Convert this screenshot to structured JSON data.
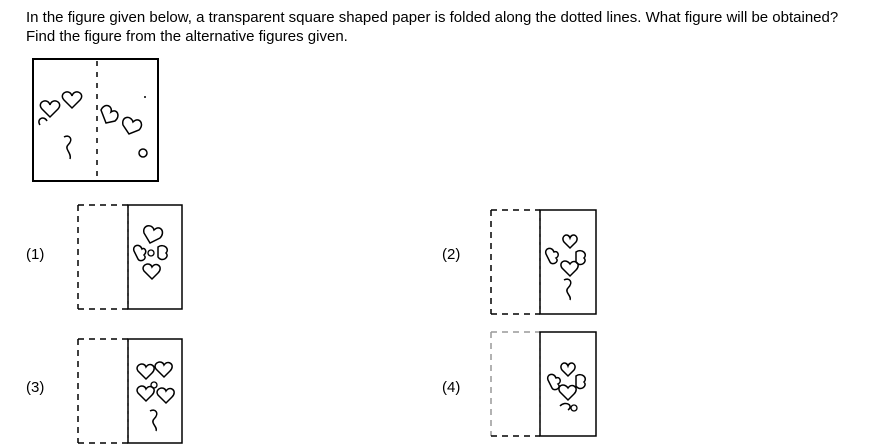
{
  "question": {
    "text": "In the figure given below, a transparent square shaped paper is folded along the dotted lines. What figure will be obtained? Find the figure from the alternative figures given."
  },
  "options": [
    {
      "label": "(1)"
    },
    {
      "label": "(2)"
    },
    {
      "label": "(3)"
    },
    {
      "label": "(4)"
    }
  ]
}
